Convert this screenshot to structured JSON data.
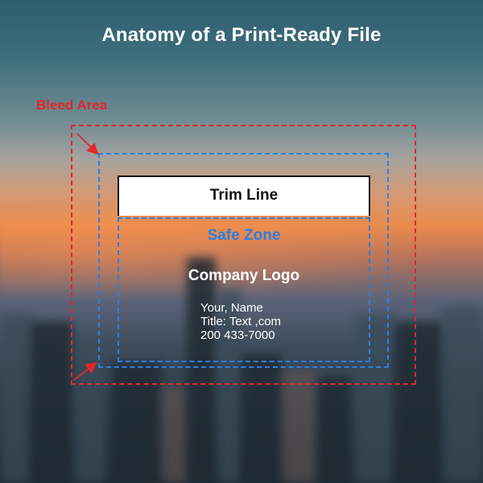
{
  "title": "Anatomy of a Print-Ready File",
  "labels": {
    "bleed_area": "Bleed Area",
    "trim_line": "Trim Line",
    "safe_zone": "Safe Zone",
    "company_logo": "Company Logo"
  },
  "contact": {
    "name": "Your, Name",
    "title": "Title:  Text ,com",
    "phone": "200 433-7000"
  },
  "colors": {
    "bleed": "#e3262c",
    "safe": "#2d7fe0",
    "trim": "#111111"
  }
}
